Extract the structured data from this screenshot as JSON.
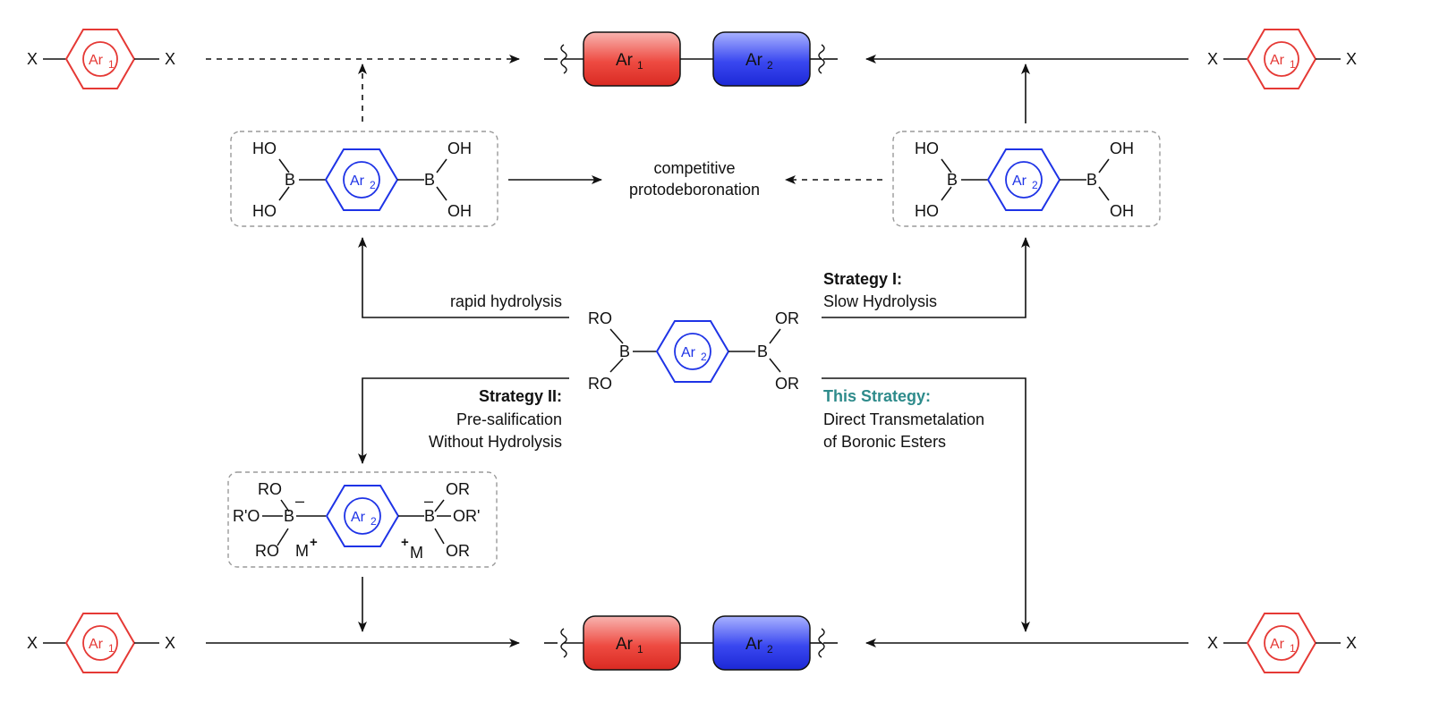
{
  "colors": {
    "ar1": "#e53935",
    "ar2": "#1e33e6",
    "accent": "#2e8b8b",
    "line": "#111111",
    "dashed_box": "#9a9a9a"
  },
  "labels": {
    "x": "X",
    "ar1_base": "Ar",
    "ar1_sub": "1",
    "ar2_base": "Ar",
    "ar2_sub": "2",
    "ho": "HO",
    "oh": "OH",
    "b": "B",
    "ro": "RO",
    "or": "OR",
    "r_prime_o": "R'O",
    "or_prime": "OR'",
    "m": "M",
    "plus": "+",
    "minus": "–"
  },
  "center_text": {
    "line1": "competitive",
    "line2": "protodeboronation"
  },
  "left_route": {
    "label": "rapid hydrolysis"
  },
  "strategy_1": {
    "title": "Strategy I:",
    "line1": "Slow Hydrolysis"
  },
  "strategy_2": {
    "title": "Strategy II:",
    "line1": "Pre-salification",
    "line2": "Without Hydrolysis"
  },
  "this_strategy": {
    "title": "This Strategy:",
    "line1": "Direct Transmetalation",
    "line2": "of Boronic Esters"
  }
}
